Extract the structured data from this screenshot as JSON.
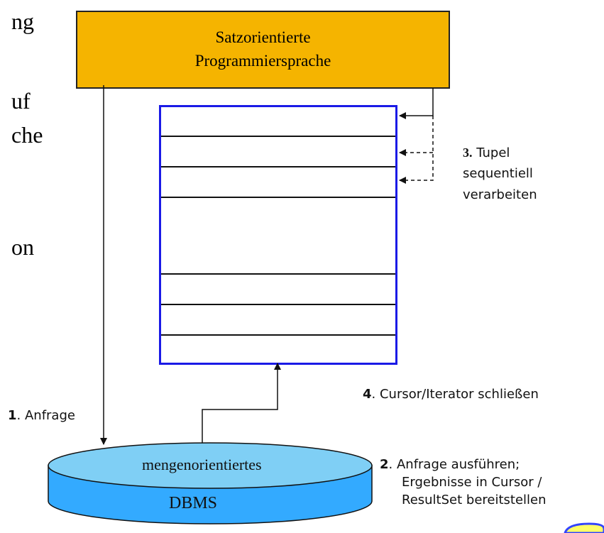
{
  "left_fragments": [
    "ng",
    "uf",
    "che",
    "on"
  ],
  "language_box": {
    "line1": "Satzorientierte",
    "line2": "Programmiersprache",
    "color": "#f5b400"
  },
  "cursor_box": {
    "border_color": "#1a1ae6"
  },
  "steps": {
    "step1": {
      "num": "1",
      "text": ". Anfrage"
    },
    "step2": {
      "num": "2",
      "line1": ". Anfrage ausführen;",
      "line2": "Ergebnisse in  Cursor /",
      "line3": "ResultSet bereitstellen"
    },
    "step3": {
      "num": "3.",
      "line1": " Tupel",
      "line2": "sequentiell",
      "line3": "verarbeiten"
    },
    "step4": {
      "num": "4",
      "text": ". Cursor/Iterator schließen"
    }
  },
  "dbms": {
    "top_label": "mengenorientiertes",
    "bottom_label": "DBMS",
    "color": "#33aaff",
    "top_color": "#7fcff5"
  }
}
